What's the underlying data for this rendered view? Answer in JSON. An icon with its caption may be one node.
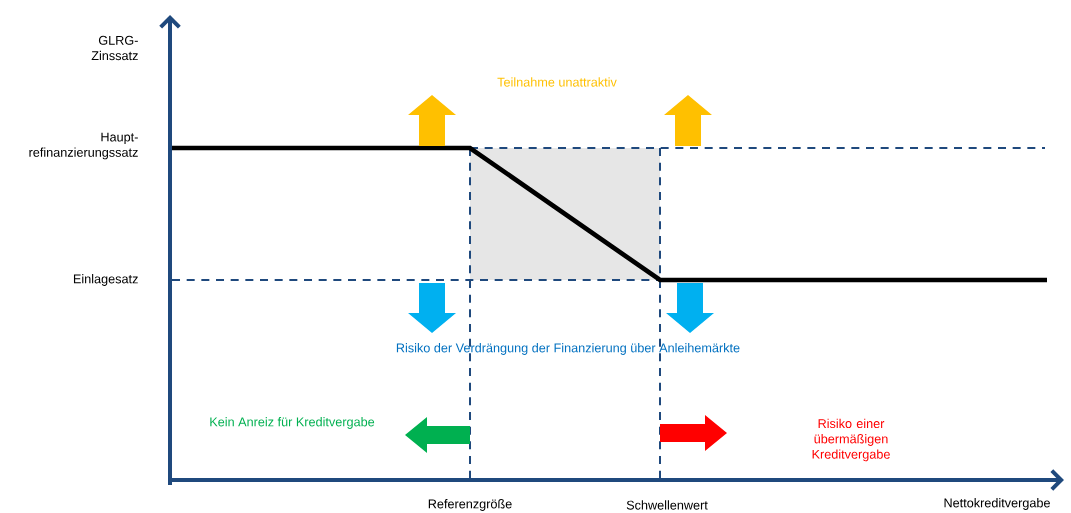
{
  "diagram": {
    "labels": [
      "GLRG- Zinssatz",
      "Haupt- refinanzierungssatz",
      "Einlagesatz",
      "Teilnahme unattraktiv",
      "Risiko der Verdrängung der Finanzierung über Anleihemärkte",
      "Kein Anreiz für Kreditvergabe",
      "Risiko einer übermäßigen Kreditvergabe",
      "Referenzgröße",
      "Schwellenwert",
      "Nettokreditvergabe"
    ]
  }
}
